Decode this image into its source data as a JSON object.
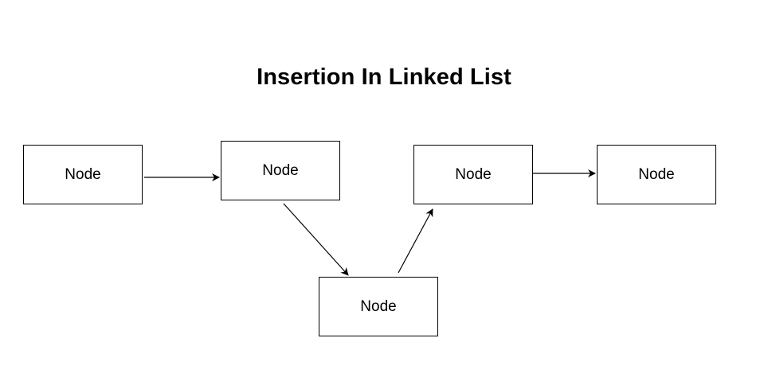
{
  "diagram": {
    "title": "Insertion In Linked List",
    "nodes": [
      {
        "id": "n1",
        "label": "Node"
      },
      {
        "id": "n2",
        "label": "Node"
      },
      {
        "id": "n3",
        "label": "Node"
      },
      {
        "id": "n4",
        "label": "Node"
      },
      {
        "id": "n5",
        "label": "Node"
      }
    ],
    "edges": [
      {
        "from": "n1",
        "to": "n2"
      },
      {
        "from": "n2",
        "to": "n5"
      },
      {
        "from": "n5",
        "to": "n3"
      },
      {
        "from": "n3",
        "to": "n4"
      }
    ],
    "colors": {
      "stroke": "#000000",
      "background": "#ffffff"
    }
  }
}
